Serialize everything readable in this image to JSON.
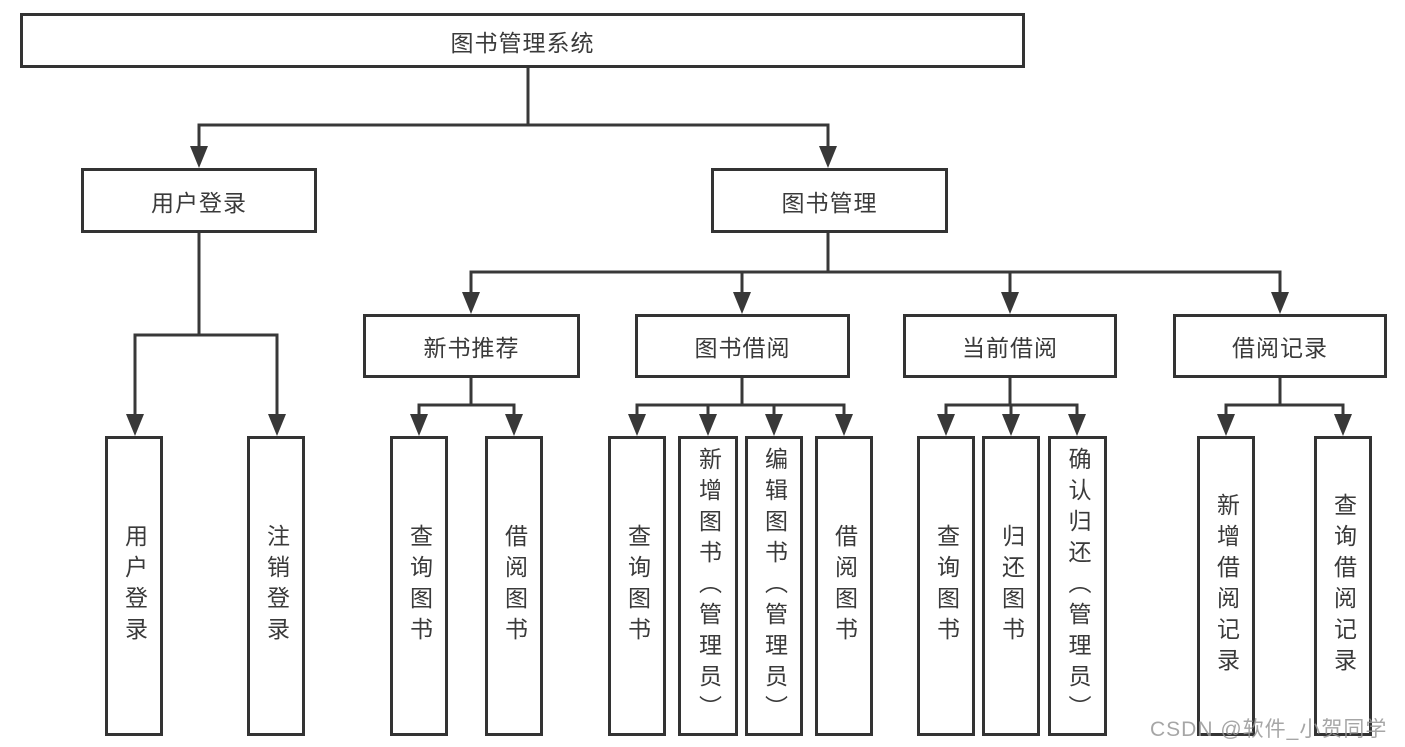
{
  "tree": {
    "label": "图书管理系统",
    "children": [
      {
        "label": "用户登录",
        "children": [
          {
            "label": "用户登录"
          },
          {
            "label": "注销登录"
          }
        ]
      },
      {
        "label": "图书管理",
        "children": [
          {
            "label": "新书推荐",
            "children": [
              {
                "label": "查询图书"
              },
              {
                "label": "借阅图书"
              }
            ]
          },
          {
            "label": "图书借阅",
            "children": [
              {
                "label": "查询图书"
              },
              {
                "label": "新增图书（管理员）"
              },
              {
                "label": "编辑图书（管理员）"
              },
              {
                "label": "借阅图书"
              }
            ]
          },
          {
            "label": "当前借阅",
            "children": [
              {
                "label": "查询图书"
              },
              {
                "label": "归还图书"
              },
              {
                "label": "确认归还（管理员）"
              }
            ]
          },
          {
            "label": "借阅记录",
            "children": [
              {
                "label": "新增借阅记录"
              },
              {
                "label": "查询借阅记录"
              }
            ]
          }
        ]
      }
    ]
  },
  "watermark": "CSDN @软件_小贺同学",
  "colors": {
    "line": "#383838",
    "box_border": "#333333",
    "text": "#3a3a3a",
    "background": "#ffffff",
    "watermark": "#969696"
  }
}
